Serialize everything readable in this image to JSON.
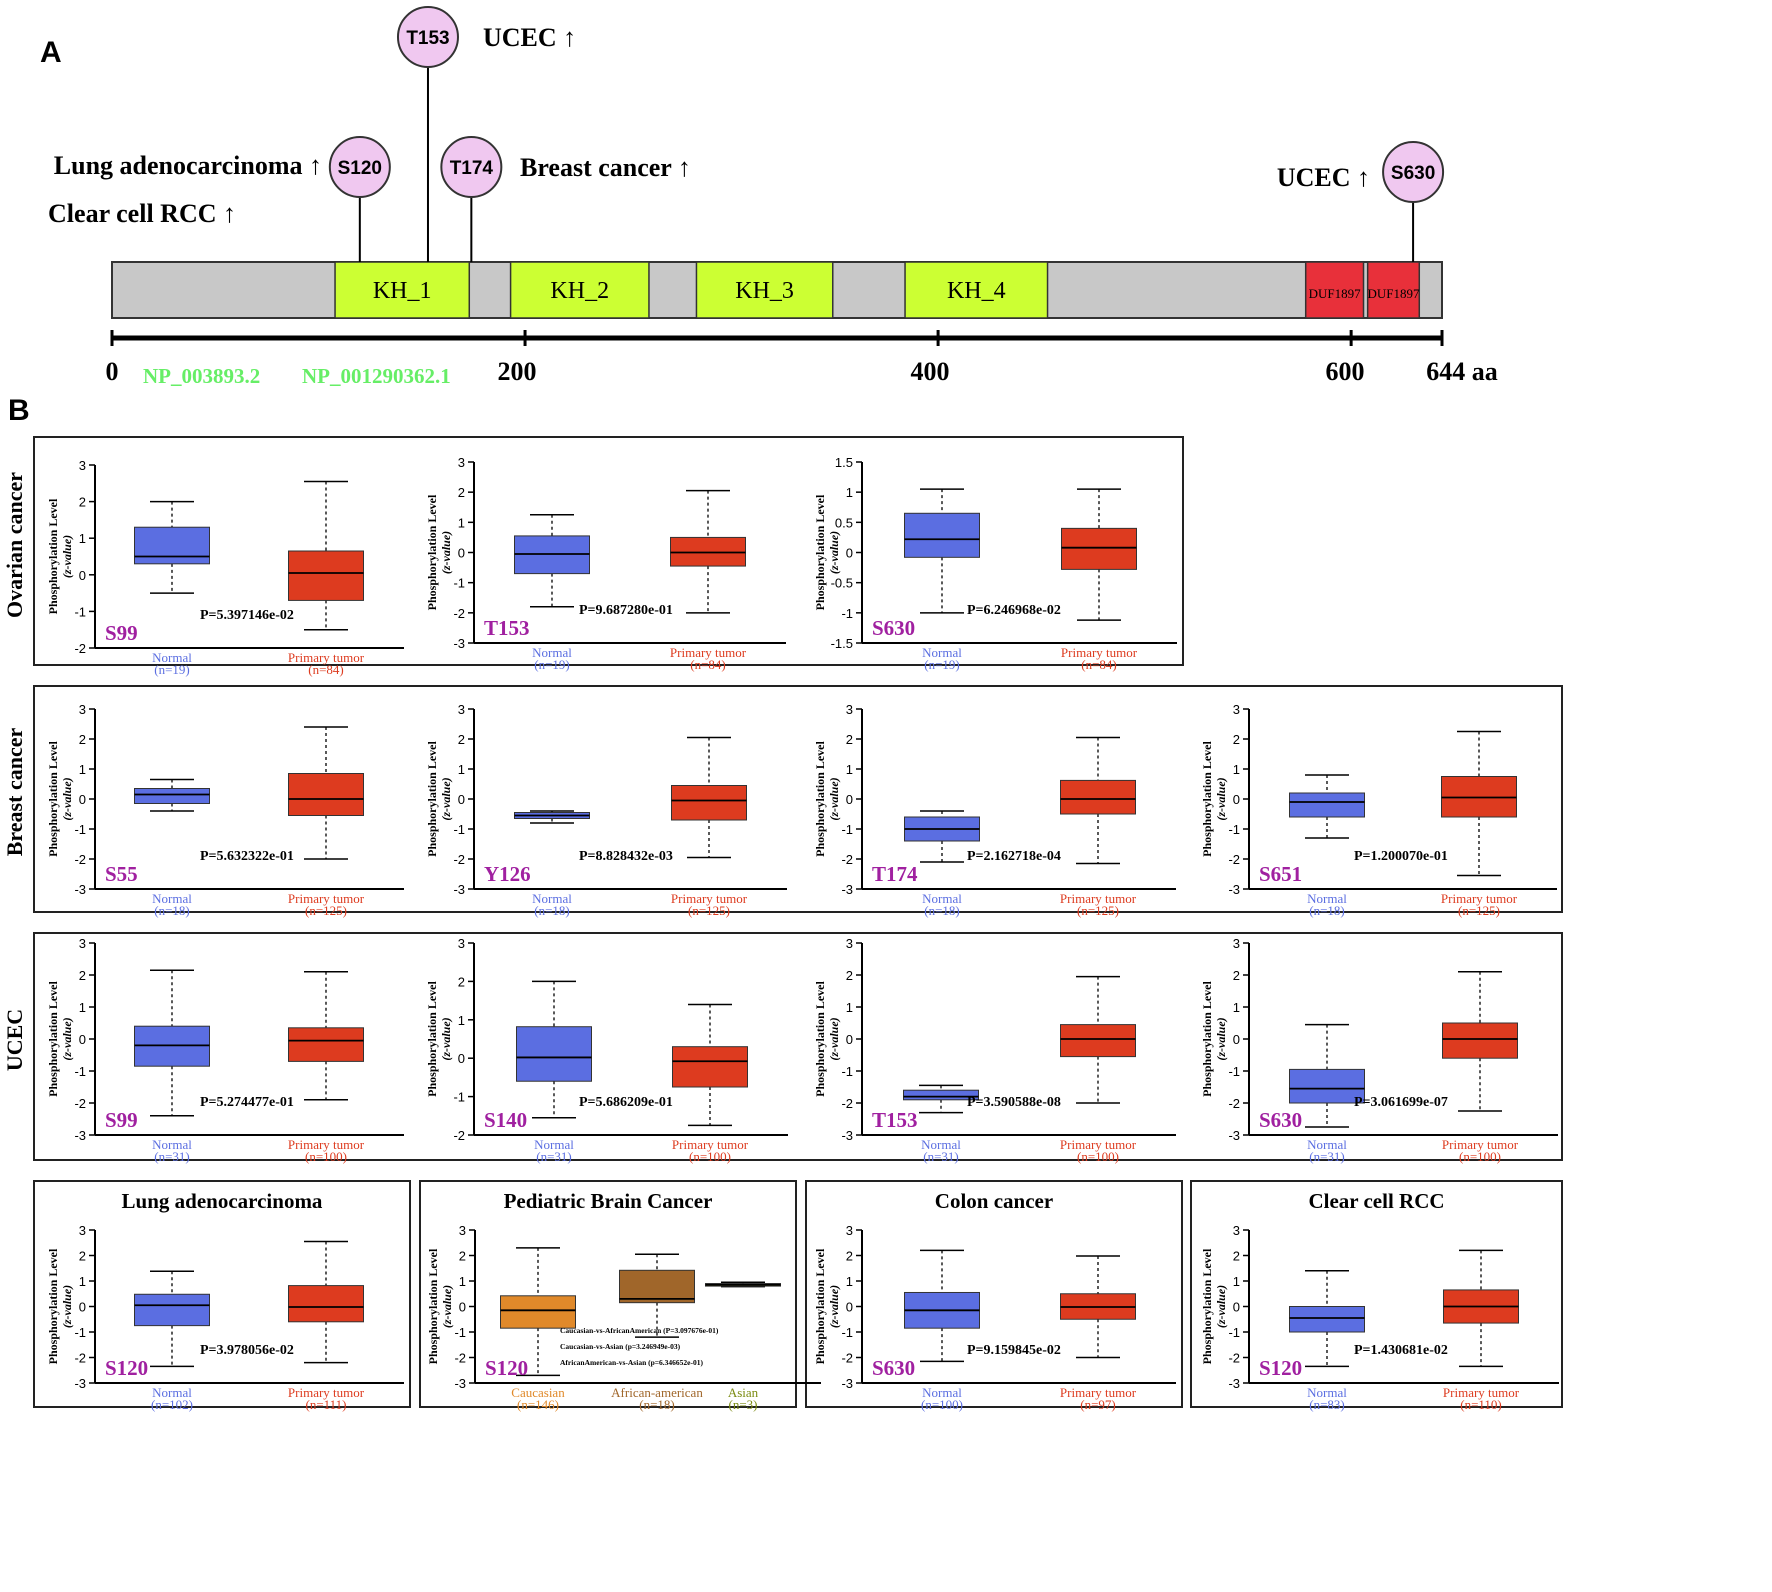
{
  "panel_a": {
    "label": "A",
    "sites": [
      {
        "name": "T153",
        "pos": 153,
        "annotation": [
          "UCEC ↑"
        ]
      },
      {
        "name": "S120",
        "pos": 120,
        "annotation": [
          "Lung adenocarcinoma ↑",
          "Clear cell RCC ↑"
        ]
      },
      {
        "name": "T174",
        "pos": 174,
        "annotation": [
          "Breast cancer ↑"
        ]
      },
      {
        "name": "S630",
        "pos": 630,
        "annotation": [
          "UCEC ↑"
        ]
      }
    ],
    "domains": [
      {
        "name": "KH_1",
        "start": 108,
        "end": 173,
        "type": "kh"
      },
      {
        "name": "KH_2",
        "start": 193,
        "end": 260,
        "type": "kh"
      },
      {
        "name": "KH_3",
        "start": 283,
        "end": 349,
        "type": "kh"
      },
      {
        "name": "KH_4",
        "start": 384,
        "end": 453,
        "type": "kh"
      },
      {
        "name": "DUF1897",
        "start": 578,
        "end": 606,
        "type": "duf"
      },
      {
        "name": "DUF1897",
        "start": 608,
        "end": 633,
        "type": "duf"
      }
    ],
    "protein_length": 644,
    "ticks": [
      "0",
      "200",
      "400",
      "600",
      "644 aa"
    ],
    "isoforms": [
      "NP_003893.2",
      "NP_001290362.1"
    ],
    "colors": {
      "kh": "#ccff33",
      "duf": "#e8303a",
      "backbone": "#c8c8c8",
      "site": "#f0c8f0",
      "isoform": "#66ee66"
    }
  },
  "panel_b": {
    "label": "B",
    "ylabel": "Phosphorylation Level",
    "ylabel2": "(z-value)",
    "colors": {
      "normal": "#5b6ee1",
      "tumor": "#dd3b1f",
      "site": "#a020a0",
      "caucasian": "#e0892a",
      "african": "#a0662a",
      "asian": "#e8f030"
    }
  },
  "chart_data": [
    {
      "type": "box",
      "group": "Ovarian cancer",
      "site": "S99",
      "p_value": "P=5.397146e-02",
      "ylim": [
        -2,
        3
      ],
      "yticks": [
        "-2",
        "-1",
        "0",
        "1",
        "2",
        "3"
      ],
      "categories": [
        "Normal",
        "Primary tumor"
      ],
      "n": [
        "(n=19)",
        "(n=84)"
      ],
      "boxes": [
        {
          "min": -0.5,
          "q1": 0.3,
          "median": 0.5,
          "q3": 1.3,
          "max": 2.0
        },
        {
          "min": -1.5,
          "q1": -0.7,
          "median": 0.05,
          "q3": 0.65,
          "max": 2.55
        }
      ]
    },
    {
      "type": "box",
      "group": "Ovarian cancer",
      "site": "T153",
      "p_value": "P=9.687280e-01",
      "ylim": [
        -3,
        3
      ],
      "yticks": [
        "-3",
        "-2",
        "-1",
        "0",
        "1",
        "2",
        "3"
      ],
      "categories": [
        "Normal",
        "Primary tumor"
      ],
      "n": [
        "(n=19)",
        "(n=84)"
      ],
      "boxes": [
        {
          "min": -1.8,
          "q1": -0.7,
          "median": -0.05,
          "q3": 0.55,
          "max": 1.25
        },
        {
          "min": -2.0,
          "q1": -0.45,
          "median": 0.0,
          "q3": 0.5,
          "max": 2.05
        }
      ]
    },
    {
      "type": "box",
      "group": "Ovarian cancer",
      "site": "S630",
      "p_value": "P=6.246968e-02",
      "ylim": [
        -1.5,
        1.5
      ],
      "yticks": [
        "-1.5",
        "-1",
        "-0.5",
        "0",
        "0.5",
        "1",
        "1.5"
      ],
      "categories": [
        "Normal",
        "Primary tumor"
      ],
      "n": [
        "(n=19)",
        "(n=84)"
      ],
      "boxes": [
        {
          "min": -1.0,
          "q1": -0.08,
          "median": 0.22,
          "q3": 0.65,
          "max": 1.05
        },
        {
          "min": -1.12,
          "q1": -0.28,
          "median": 0.08,
          "q3": 0.4,
          "max": 1.05
        }
      ]
    },
    {
      "type": "box",
      "group": "Breast cancer",
      "site": "S55",
      "p_value": "P=5.632322e-01",
      "ylim": [
        -3,
        3
      ],
      "yticks": [
        "-3",
        "-2",
        "-1",
        "0",
        "1",
        "2",
        "3"
      ],
      "categories": [
        "Normal",
        "Primary tumor"
      ],
      "n": [
        "(n=18)",
        "(n=125)"
      ],
      "boxes": [
        {
          "min": -0.4,
          "q1": -0.15,
          "median": 0.15,
          "q3": 0.35,
          "max": 0.65
        },
        {
          "min": -2.0,
          "q1": -0.55,
          "median": 0.0,
          "q3": 0.85,
          "max": 2.4
        }
      ]
    },
    {
      "type": "box",
      "group": "Breast cancer",
      "site": "Y126",
      "p_value": "P=8.828432e-03",
      "ylim": [
        -3,
        3
      ],
      "yticks": [
        "-3",
        "-2",
        "-1",
        "0",
        "1",
        "2",
        "3"
      ],
      "categories": [
        "Normal",
        "Primary tumor"
      ],
      "n": [
        "(n=18)",
        "(n=125)"
      ],
      "boxes": [
        {
          "min": -0.8,
          "q1": -0.65,
          "median": -0.55,
          "q3": -0.45,
          "max": -0.4
        },
        {
          "min": -1.95,
          "q1": -0.7,
          "median": -0.05,
          "q3": 0.45,
          "max": 2.05
        }
      ]
    },
    {
      "type": "box",
      "group": "Breast cancer",
      "site": "T174",
      "p_value": "P=2.162718e-04",
      "ylim": [
        -3,
        3
      ],
      "yticks": [
        "-3",
        "-2",
        "-1",
        "0",
        "1",
        "2",
        "3"
      ],
      "categories": [
        "Normal",
        "Primary tumor"
      ],
      "n": [
        "(n=18)",
        "(n=125)"
      ],
      "boxes": [
        {
          "min": -2.1,
          "q1": -1.4,
          "median": -1.0,
          "q3": -0.6,
          "max": -0.4
        },
        {
          "min": -2.15,
          "q1": -0.5,
          "median": 0.0,
          "q3": 0.62,
          "max": 2.05
        }
      ]
    },
    {
      "type": "box",
      "group": "Breast cancer",
      "site": "S651",
      "p_value": "P=1.200070e-01",
      "ylim": [
        -3,
        3
      ],
      "yticks": [
        "-3",
        "-2",
        "-1",
        "0",
        "1",
        "2",
        "3"
      ],
      "categories": [
        "Normal",
        "Primary tumor"
      ],
      "n": [
        "(n=18)",
        "(n=125)"
      ],
      "boxes": [
        {
          "min": -1.3,
          "q1": -0.6,
          "median": -0.1,
          "q3": 0.2,
          "max": 0.8
        },
        {
          "min": -2.55,
          "q1": -0.6,
          "median": 0.05,
          "q3": 0.75,
          "max": 2.25
        }
      ]
    },
    {
      "type": "box",
      "group": "UCEC",
      "site": "S99",
      "p_value": "P=5.274477e-01",
      "ylim": [
        -3,
        3
      ],
      "yticks": [
        "-3",
        "-2",
        "-1",
        "0",
        "1",
        "2",
        "3"
      ],
      "categories": [
        "Normal",
        "Primary tumor"
      ],
      "n": [
        "(n=31)",
        "(n=100)"
      ],
      "boxes": [
        {
          "min": -2.4,
          "q1": -0.85,
          "median": -0.2,
          "q3": 0.4,
          "max": 2.15
        },
        {
          "min": -1.9,
          "q1": -0.7,
          "median": -0.05,
          "q3": 0.35,
          "max": 2.1
        }
      ]
    },
    {
      "type": "box",
      "group": "UCEC",
      "site": "S140",
      "p_value": "P=5.686209e-01",
      "ylim": [
        -2,
        3
      ],
      "yticks": [
        "-2",
        "-1",
        "0",
        "1",
        "2",
        "3"
      ],
      "categories": [
        "Normal",
        "Primary tumor"
      ],
      "n": [
        "(n=31)",
        "(n=100)"
      ],
      "boxes": [
        {
          "min": -1.55,
          "q1": -0.6,
          "median": 0.02,
          "q3": 0.82,
          "max": 2.0
        },
        {
          "min": -1.75,
          "q1": -0.75,
          "median": -0.08,
          "q3": 0.3,
          "max": 1.4
        }
      ]
    },
    {
      "type": "box",
      "group": "UCEC",
      "site": "T153",
      "p_value": "P=3.590588e-08",
      "ylim": [
        -3,
        3
      ],
      "yticks": [
        "-3",
        "-2",
        "-1",
        "0",
        "1",
        "2",
        "3"
      ],
      "categories": [
        "Normal",
        "Primary tumor"
      ],
      "n": [
        "(n=31)",
        "(n=100)"
      ],
      "boxes": [
        {
          "min": -2.3,
          "q1": -1.9,
          "median": -1.8,
          "q3": -1.6,
          "max": -1.45
        },
        {
          "min": -2.0,
          "q1": -0.55,
          "median": 0.0,
          "q3": 0.45,
          "max": 1.95
        }
      ]
    },
    {
      "type": "box",
      "group": "UCEC",
      "site": "S630",
      "p_value": "P=3.061699e-07",
      "ylim": [
        -3,
        3
      ],
      "yticks": [
        "-3",
        "-2",
        "-1",
        "0",
        "1",
        "2",
        "3"
      ],
      "categories": [
        "Normal",
        "Primary tumor"
      ],
      "n": [
        "(n=31)",
        "(n=100)"
      ],
      "boxes": [
        {
          "min": -2.75,
          "q1": -2.0,
          "median": -1.55,
          "q3": -0.95,
          "max": 0.45
        },
        {
          "min": -2.25,
          "q1": -0.6,
          "median": 0.0,
          "q3": 0.5,
          "max": 2.1
        }
      ]
    },
    {
      "type": "box",
      "group": "Lung adenocarcinoma",
      "title": "Lung adenocarcinoma",
      "site": "S120",
      "p_value": "P=3.978056e-02",
      "ylim": [
        -3,
        3
      ],
      "yticks": [
        "-3",
        "-2",
        "-1",
        "0",
        "1",
        "2",
        "3"
      ],
      "categories": [
        "Normal",
        "Primary tumor"
      ],
      "n": [
        "(n=102)",
        "(n=111)"
      ],
      "boxes": [
        {
          "min": -2.35,
          "q1": -0.75,
          "median": 0.05,
          "q3": 0.48,
          "max": 1.38
        },
        {
          "min": -2.2,
          "q1": -0.6,
          "median": -0.02,
          "q3": 0.82,
          "max": 2.55
        }
      ]
    },
    {
      "type": "box",
      "group": "Pediatric Brain Cancer",
      "title": "Pediatric Brain Cancer",
      "site": "S120",
      "ylim": [
        -3,
        3
      ],
      "yticks": [
        "-3",
        "-2",
        "-1",
        "0",
        "1",
        "2",
        "3"
      ],
      "categories": [
        "Caucasian",
        "African-american",
        "Asian"
      ],
      "n": [
        "(n=146)",
        "(n=18)",
        "(n=3)"
      ],
      "notes": [
        "Caucasian-vs-AfricanAmerican (P=3.097676e-01)",
        "Caucasian-vs-Asian (p=3.246949e-03)",
        "AfricanAmerican-vs-Asian (p=6.346652e-01)"
      ],
      "boxes": [
        {
          "min": -2.7,
          "q1": -0.85,
          "median": -0.15,
          "q3": 0.42,
          "max": 2.3
        },
        {
          "min": -1.2,
          "q1": 0.15,
          "median": 0.3,
          "q3": 1.42,
          "max": 2.05
        },
        {
          "min": 0.78,
          "q1": 0.8,
          "median": 0.85,
          "q3": 0.9,
          "max": 0.95
        }
      ]
    },
    {
      "type": "box",
      "group": "Colon cancer",
      "title": "Colon cancer",
      "site": "S630",
      "p_value": "P=9.159845e-02",
      "ylim": [
        -3,
        3
      ],
      "yticks": [
        "-3",
        "-2",
        "-1",
        "0",
        "1",
        "2",
        "3"
      ],
      "categories": [
        "Normal",
        "Primary tumor"
      ],
      "n": [
        "(n=100)",
        "(n=97)"
      ],
      "boxes": [
        {
          "min": -2.15,
          "q1": -0.85,
          "median": -0.15,
          "q3": 0.55,
          "max": 2.2
        },
        {
          "min": -2.0,
          "q1": -0.5,
          "median": -0.02,
          "q3": 0.5,
          "max": 1.98
        }
      ]
    },
    {
      "type": "box",
      "group": "Clear cell RCC",
      "title": "Clear cell RCC",
      "site": "S120",
      "p_value": "P=1.430681e-02",
      "ylim": [
        -3,
        3
      ],
      "yticks": [
        "-3",
        "-2",
        "-1",
        "0",
        "1",
        "2",
        "3"
      ],
      "categories": [
        "Normal",
        "Primary tumor"
      ],
      "n": [
        "(n=83)",
        "(n=110)"
      ],
      "boxes": [
        {
          "min": -2.35,
          "q1": -1.0,
          "median": -0.45,
          "q3": 0.0,
          "max": 1.4
        },
        {
          "min": -2.35,
          "q1": -0.65,
          "median": 0.0,
          "q3": 0.65,
          "max": 2.2
        }
      ]
    }
  ]
}
